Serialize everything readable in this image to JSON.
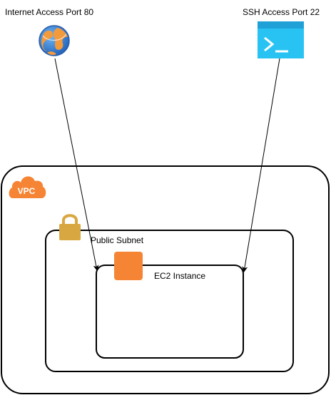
{
  "sources": {
    "internet": {
      "label": "Internet Access Port 80",
      "icon": "globe-icon"
    },
    "ssh": {
      "label": "SSH Access Port 22",
      "icon": "terminal-icon"
    }
  },
  "vpc": {
    "badge": "VPC",
    "icon": "vpc-cloud-icon"
  },
  "subnet": {
    "label": "Public Subnet",
    "icon": "lock-icon"
  },
  "ec2": {
    "label": "EC2 Instance",
    "icon": "ec2-instance-icon"
  },
  "colors": {
    "aws_orange": "#F58534",
    "lock_gold": "#D9A741",
    "terminal_blue": "#29C3F3",
    "globe_blue": "#3B7DD8"
  }
}
